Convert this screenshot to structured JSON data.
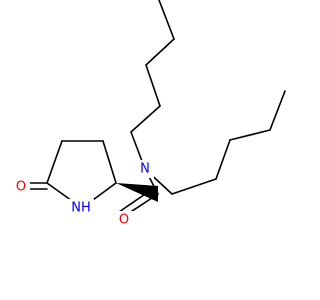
{
  "colors": {
    "carbon_bond": "#000000",
    "oxygen": "#ff0000",
    "nitrogen": "#0000ff",
    "background": "#ffffff"
  },
  "atoms": {
    "lactam_oxygen": "O",
    "ring_nitrogen": "NH",
    "amide_oxygen": "O",
    "amide_nitrogen": "N"
  }
}
